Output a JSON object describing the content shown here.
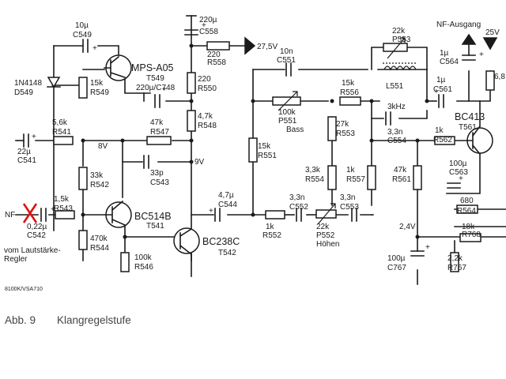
{
  "diagram": {
    "caption": {
      "number": "Abb. 9",
      "title": "Klangregelstufe"
    },
    "code": "8100K/VSA710",
    "rails": {
      "supply_27v": "27,5V",
      "supply_25v": "25V",
      "rail_8v": "8V",
      "rail_9v": "9V",
      "node_2v4": "2,4V",
      "nf_out": "NF-Ausgang",
      "nf_in": "NF",
      "nf_in_note": "vom Lautstärke-",
      "nf_in_note2": "Regler"
    },
    "transistors": {
      "t549": {
        "type": "MPS-A05",
        "ref": "T549"
      },
      "t541": {
        "type": "BC514B",
        "ref": "T541"
      },
      "t542": {
        "type": "BC238C",
        "ref": "T542"
      },
      "t561": {
        "type": "BC413",
        "ref": "T561"
      }
    },
    "capacitors": {
      "c549": {
        "value": "10µ",
        "ref": "C549"
      },
      "c558": {
        "value": "220µ",
        "ref": "C558"
      },
      "c748": {
        "value": "220µ/C748"
      },
      "c541": {
        "value": "22µ",
        "ref": "C541"
      },
      "c542": {
        "value": "0,22µ",
        "ref": "C542"
      },
      "c543": {
        "value": "33p",
        "ref": "C543"
      },
      "c544": {
        "value": "4,7µ",
        "ref": "C544"
      },
      "c551": {
        "value": "10n",
        "ref": "C551"
      },
      "c552": {
        "value": "3,3n",
        "ref": "C552"
      },
      "c553": {
        "value": "3,3n",
        "ref": "C553"
      },
      "c554": {
        "value": "3,3n",
        "ref": "C554"
      },
      "c561": {
        "value": "1µ",
        "ref": "C561"
      },
      "c563": {
        "value": "100µ",
        "ref": "C563"
      },
      "c564": {
        "value": "1µ",
        "ref": "C564"
      },
      "c767": {
        "value": "100µ",
        "ref": "C767"
      }
    },
    "resistors": {
      "r558": {
        "value": "220",
        "ref": "R558"
      },
      "r549": {
        "value": "15k",
        "ref": "R549"
      },
      "r550": {
        "value": "220",
        "ref": "R550"
      },
      "r548": {
        "value": "4,7k",
        "ref": "R548"
      },
      "r541": {
        "value": "5,6k",
        "ref": "R541"
      },
      "r547": {
        "value": "47k",
        "ref": "R547"
      },
      "r542": {
        "value": "33k",
        "ref": "R542"
      },
      "r543": {
        "value": "1,5k",
        "ref": "R543"
      },
      "r544": {
        "value": "470k",
        "ref": "R544"
      },
      "r546": {
        "value": "100k",
        "ref": "R546"
      },
      "r551": {
        "value": "15k",
        "ref": "R551"
      },
      "r552": {
        "value": "1k",
        "ref": "R552"
      },
      "r553": {
        "value": "27k",
        "ref": "R553"
      },
      "r554": {
        "value": "3,3k",
        "ref": "R554"
      },
      "r556": {
        "value": "15k",
        "ref": "R556"
      },
      "r557": {
        "value": "1k",
        "ref": "R557"
      },
      "r561": {
        "value": "47k",
        "ref": "R561"
      },
      "r562": {
        "value": "1k",
        "ref": "R562"
      },
      "r564": {
        "value": "680",
        "ref": "R564"
      },
      "r768": {
        "value": "18k",
        "ref": "R768"
      },
      "r767": {
        "value": "2,2k",
        "ref": "R767"
      },
      "r_out": {
        "value": "6,8"
      }
    },
    "pots": {
      "p551": {
        "value": "100k",
        "ref": "P551",
        "name": "Bass"
      },
      "p552": {
        "value": "22k",
        "ref": "P552",
        "name": "Höhen"
      },
      "p553": {
        "value": "22k",
        "ref": "P553"
      }
    },
    "inductor": {
      "ref": "L551",
      "value": "3kHz"
    },
    "diode": {
      "type": "1N4148",
      "ref": "D549"
    }
  }
}
